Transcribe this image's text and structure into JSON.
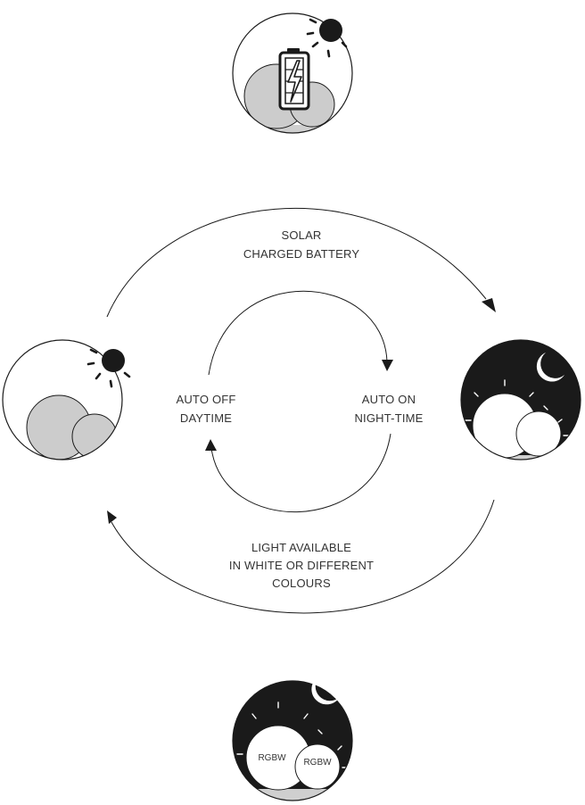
{
  "labels": {
    "solar_line1": "SOLAR",
    "solar_line2": "CHARGED BATTERY",
    "auto_off_line1": "AUTO OFF",
    "auto_off_line2": "DAYTIME",
    "auto_on_line1": "AUTO ON",
    "auto_on_line2": "NIGHT-TIME",
    "light_line1": "LIGHT AVAILABLE",
    "light_line2": "IN WHITE OR DIFFERENT",
    "light_line3": "COLOURS"
  },
  "rgbw": {
    "large": "RGBW",
    "small": "RGBW"
  },
  "icons": [
    "sun-icon",
    "moon-icon",
    "battery-icon"
  ],
  "colors": {
    "dark": "#1a1a1a",
    "lamp_grey": "#cccccc",
    "ground_grey": "#cfcfcf",
    "white": "#ffffff"
  }
}
